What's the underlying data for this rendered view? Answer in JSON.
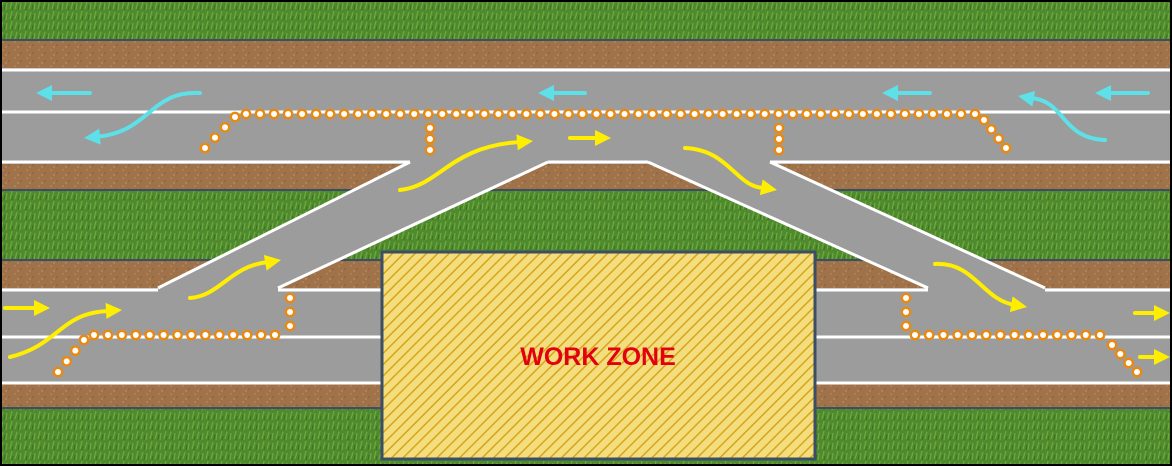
{
  "work_zone": {
    "label": "WORK ZONE",
    "label_color": "#e3000f",
    "fill_color": "#f4dd7c",
    "hatch_color": "#d6a51c",
    "border_color": "#3c4d66"
  },
  "colors": {
    "grass": "#4f8a2e",
    "dirt": "#a0724a",
    "pavement": "#9c9c9c",
    "lane_line": "#ffffff",
    "road_border": "#3c4d66",
    "westbound_arrow": "#5ee0e8",
    "eastbound_arrow": "#ffee00",
    "channelizer_fill": "#ffffff",
    "channelizer_ring": "#e88a12"
  },
  "traffic": {
    "westbound": {
      "direction": "west",
      "arrow_icon": "cyan-arrow-icon"
    },
    "eastbound": {
      "direction": "east",
      "arrow_icon": "yellow-arrow-icon"
    }
  },
  "devices": {
    "type": "channelizing-drums",
    "icon": "drum-icon"
  }
}
